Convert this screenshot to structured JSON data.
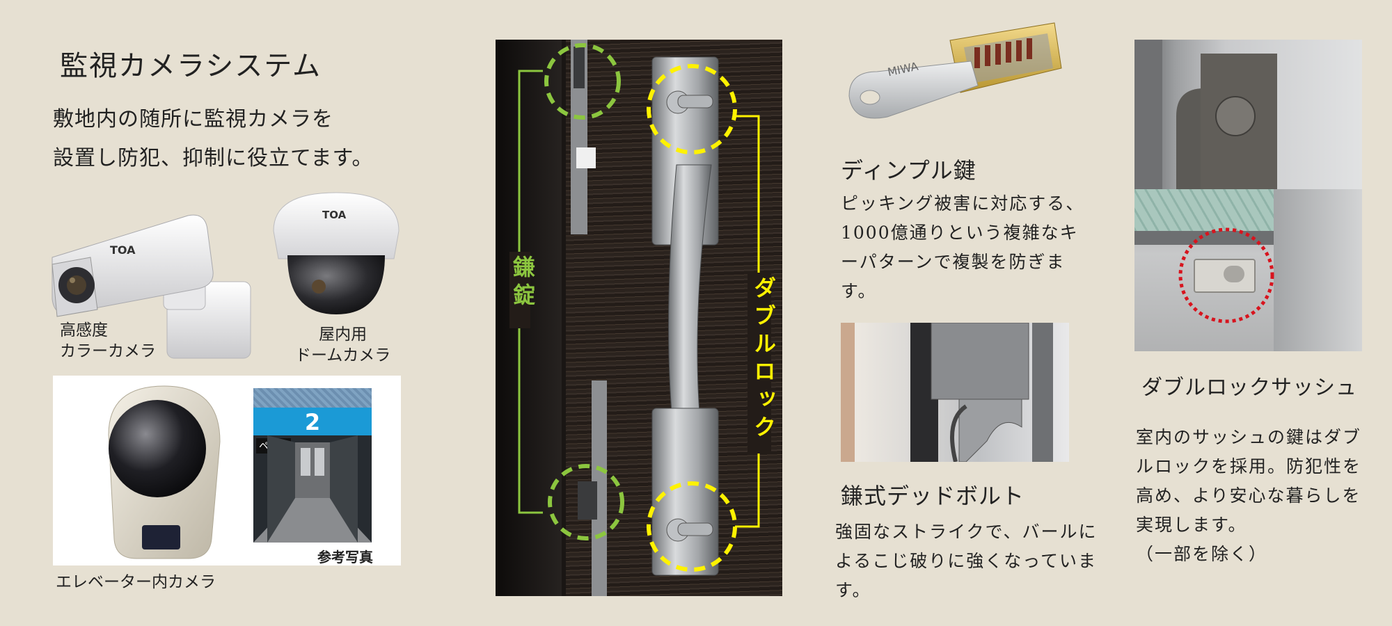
{
  "camera_section": {
    "title": "監視カメラシステム",
    "lead_line1": "敷地内の随所に監視カメラを",
    "lead_line2": "設置し防犯、抑制に役立てます。",
    "outdoor_caption_line1": "高感度",
    "outdoor_caption_line2": "カラーカメラ",
    "dome_caption_line1": "屋内用",
    "dome_caption_line2": "ドームカメラ",
    "outdoor_brand": "TOA",
    "dome_brand": "TOA",
    "elevator_caption": "エレベーター内カメラ",
    "reference_caption": "参考写真",
    "monitor_floor": "2",
    "monitor_label": "ペット"
  },
  "door_section": {
    "sickle_label": "鎌錠",
    "double_lock_label": "ダブルロック"
  },
  "dimple_key": {
    "heading": "ディンプル鍵",
    "body_line1": "ピッキング被害に対応する、",
    "body_line2": "1000億通りという複雑なキ",
    "body_line3": "ーパターンで複製を防ぎま",
    "body_line4": "す。",
    "key_mark": "MIWA"
  },
  "deadbolt": {
    "heading": "鎌式デッドボルト",
    "body_line1": "強固なストライクで、バールに",
    "body_line2": "よるこじ破りに強くなっていま",
    "body_line3": "す。"
  },
  "sash": {
    "heading": "ダブルロックサッシュ",
    "body_line1": "室内のサッシュの鍵はダブ",
    "body_line2": "ルロックを採用。防犯性を",
    "body_line3": "高め、より安心な暮らしを",
    "body_line4": "実現します。",
    "body_line5": "（一部を除く）"
  },
  "colors": {
    "background": "#e6e0d2",
    "green_dash": "#8cc63f",
    "yellow_dash": "#fff200",
    "red_dash": "#d7141e"
  }
}
